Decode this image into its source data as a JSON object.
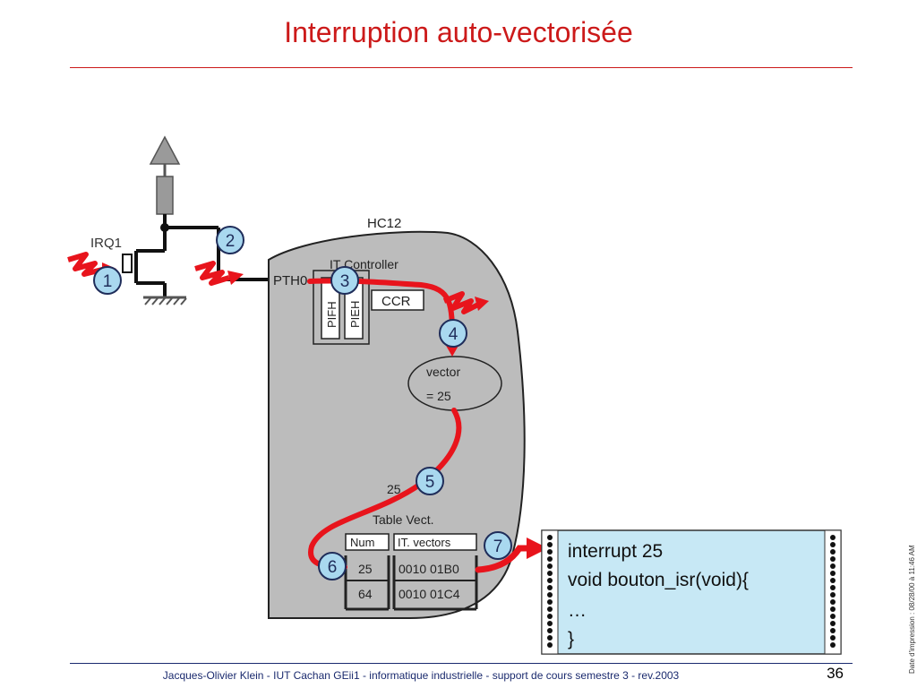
{
  "slide": {
    "title": "Interruption auto-vectorisée",
    "footer": "Jacques-Olivier Klein - IUT Cachan GEii1 - informatique industrielle - support de cours semestre 3 - rev.2003",
    "page_number": "36",
    "print_date": "Date d'impression : 08/28/00 à 11:46 AM"
  },
  "diagram": {
    "chip_label": "HC12",
    "irq_label": "IRQ1",
    "port_label": "PTH0",
    "controller_label": "IT Controller",
    "pifh_label": "PIFH",
    "pieh_label": "PIEH",
    "ccr_label": "CCR",
    "vector_line1": "vector",
    "vector_line2": "= 25",
    "path_value": "25",
    "table_title": "Table Vect.",
    "table_headers": [
      "Num",
      "IT. vectors"
    ],
    "table_rows": [
      [
        "25",
        "0010 01B0"
      ],
      [
        "64",
        "0010 01C4"
      ]
    ],
    "steps": [
      "1",
      "2",
      "3",
      "4",
      "5",
      "6",
      "7"
    ],
    "code_lines": [
      "interrupt 25",
      "void bouton_isr(void){",
      "…",
      "}"
    ]
  }
}
